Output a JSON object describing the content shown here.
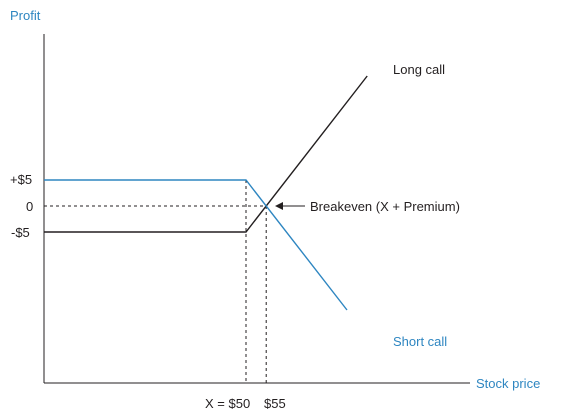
{
  "chart_data": {
    "type": "line",
    "title": "",
    "xlabel": "Stock price",
    "ylabel": "Profit",
    "strike_price": 50,
    "breakeven_price": 55,
    "premium": 5,
    "y_ticks": [
      {
        "value": 5,
        "label": "+$5"
      },
      {
        "value": 0,
        "label": "0"
      },
      {
        "value": -5,
        "label": "-$5"
      }
    ],
    "x_ticks": [
      {
        "value": 50,
        "label": "X = $50"
      },
      {
        "value": 55,
        "label": "$55"
      }
    ],
    "series": [
      {
        "name": "Long call",
        "color": "#231f20",
        "points": [
          [
            0,
            -5
          ],
          [
            50,
            -5
          ],
          [
            80,
            25
          ]
        ]
      },
      {
        "name": "Short call",
        "color": "#2e86c1",
        "points": [
          [
            0,
            5
          ],
          [
            50,
            5
          ],
          [
            75,
            -20
          ]
        ]
      }
    ],
    "annotation": {
      "text": "Breakeven (X + Premium)",
      "x": 55,
      "y": 0
    },
    "colors": {
      "axis": "#231f20",
      "long_call": "#231f20",
      "short_call": "#2e86c1",
      "axis_label": "#2e86c1"
    }
  }
}
